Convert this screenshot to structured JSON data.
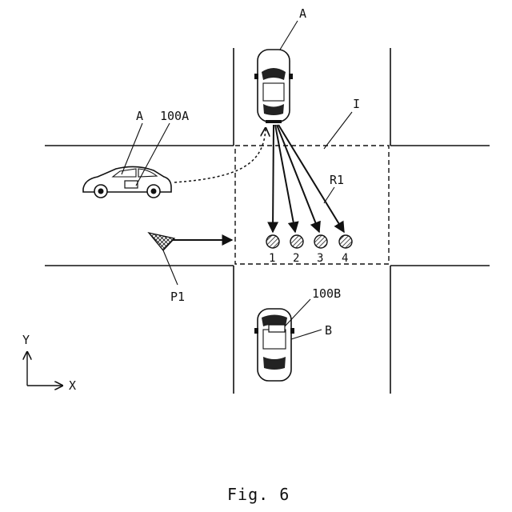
{
  "figure": {
    "caption": "Fig. 6",
    "vehicles": {
      "top": {
        "label": "A"
      },
      "left": {
        "label": "A",
        "device_label": "100A"
      },
      "bottom": {
        "label": "B",
        "device_label": "100B"
      }
    },
    "intersection_label": "I",
    "range_label": "R1",
    "pedestrian_label": "P1",
    "targets": [
      "1",
      "2",
      "3",
      "4"
    ],
    "axes": {
      "y": "Y",
      "x": "X"
    }
  }
}
